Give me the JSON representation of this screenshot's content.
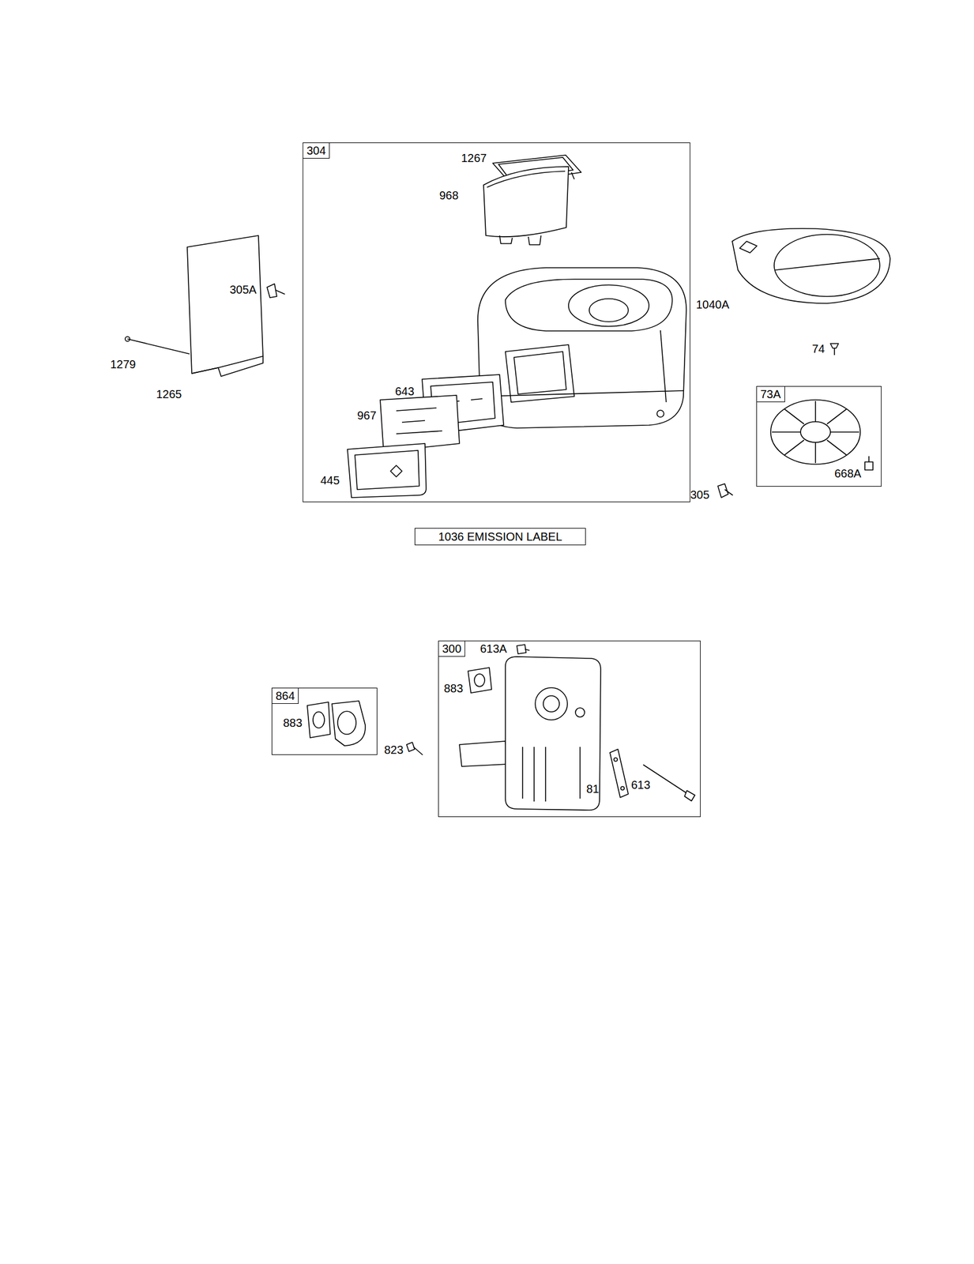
{
  "diagram": {
    "nodes": [
      {
        "text": [
          "304",
          "1267",
          "968",
          "643",
          "967",
          "445"
        ]
      },
      {
        "text": [
          "73A",
          "668A"
        ]
      },
      {
        "text": [
          "1036 EMISSION LABEL"
        ]
      },
      {
        "text": [
          "864",
          "883"
        ]
      },
      {
        "text": [
          "300",
          "613A",
          "883",
          "81",
          "613"
        ]
      }
    ],
    "labels": [
      "305A",
      "1040A",
      "74",
      "1279",
      "1265",
      "305",
      "823"
    ]
  }
}
